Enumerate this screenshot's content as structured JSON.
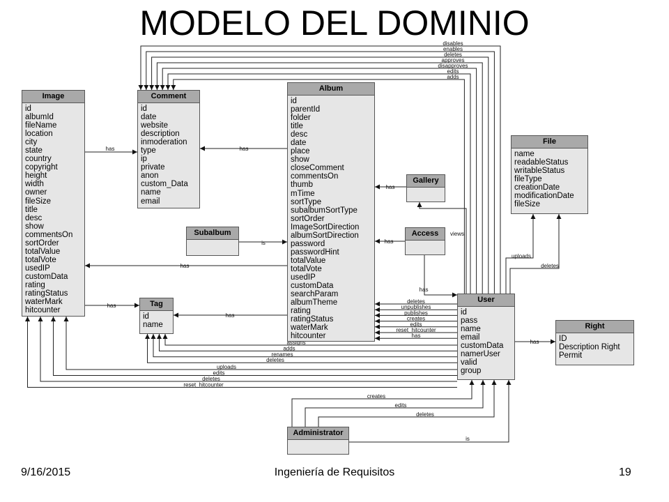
{
  "title": "MODELO DEL DOMINIO",
  "footer": {
    "date": "9/16/2015",
    "center": "Ingeniería de Requisitos",
    "page": "19"
  },
  "classes": {
    "image": {
      "name": "Image",
      "attributes": [
        "id",
        "albumId",
        "fileName",
        "location",
        "city",
        "state",
        "country",
        "copyright",
        "height",
        "width",
        "owner",
        "fileSize",
        "title",
        "desc",
        "show",
        "commentsOn",
        "sortOrder",
        "totalValue",
        "totalVote",
        "usedIP",
        "customData",
        "rating",
        "ratingStatus",
        "waterMark",
        "hitcounter"
      ]
    },
    "comment": {
      "name": "Comment",
      "attributes": [
        "id",
        "date",
        "website",
        "description",
        "inmoderation",
        "type",
        "ip",
        "private",
        "anon",
        "custom_Data",
        "name",
        "email"
      ]
    },
    "album": {
      "name": "Album",
      "attributes": [
        "id",
        "parentId",
        "folder",
        "title",
        "desc",
        "date",
        "place",
        "show",
        "closeComment",
        "commentsOn",
        "thumb",
        "mTime",
        "sortType",
        "subalbumSortType",
        "sortOrder",
        "ImageSortDirection",
        "albumSortDirection",
        "password",
        "passwordHint",
        "totalValue",
        "totalVote",
        "usedIP",
        "customData",
        "searchParam",
        "albumTheme",
        "rating",
        "ratingStatus",
        "waterMark",
        "hitcounter"
      ]
    },
    "file": {
      "name": "File",
      "attributes": [
        "name",
        "readableStatus",
        "writableStatus",
        "fileType",
        "creationDate",
        "modificationDate",
        "fileSize"
      ]
    },
    "gallery": {
      "name": "Gallery",
      "attributes": []
    },
    "access": {
      "name": "Access",
      "attributes": []
    },
    "subalbum": {
      "name": "Subalbum",
      "attributes": []
    },
    "tag": {
      "name": "Tag",
      "attributes": [
        "id",
        "name"
      ]
    },
    "user": {
      "name": "User",
      "attributes": [
        "id",
        "pass",
        "name",
        "email",
        "customData",
        "namerUser",
        "valid",
        "group"
      ]
    },
    "right": {
      "name": "Right",
      "attributes": [
        "ID",
        "Description Right",
        "Permit"
      ]
    },
    "administrator": {
      "name": "Administrator",
      "attributes": []
    }
  },
  "relations": {
    "user_comment": [
      "disables",
      "enables",
      "deletes",
      "approves",
      "disapproves",
      "edits",
      "adds"
    ],
    "image_comment": "has",
    "album_comment": "has",
    "album_gallery": "has",
    "album_access": "has",
    "subalbum_album": "is",
    "album_image": "has",
    "image_tag": "has",
    "album_tag": "has",
    "user_gallery": "views",
    "user_access": "has",
    "user_file": [
      "uploads",
      "deletes"
    ],
    "user_album": [
      "deletes",
      "unpublishes",
      "publishes",
      "creates",
      "edits",
      "reset_hitcounter",
      "has"
    ],
    "user_tag": [
      "assigns",
      "adds",
      "renames",
      "deletes"
    ],
    "user_image": [
      "uploads",
      "edits",
      "deletes",
      "reset_hitcounter"
    ],
    "user_right": "has",
    "administrator_user": [
      "creates",
      "edits",
      "deletes",
      "is"
    ]
  }
}
